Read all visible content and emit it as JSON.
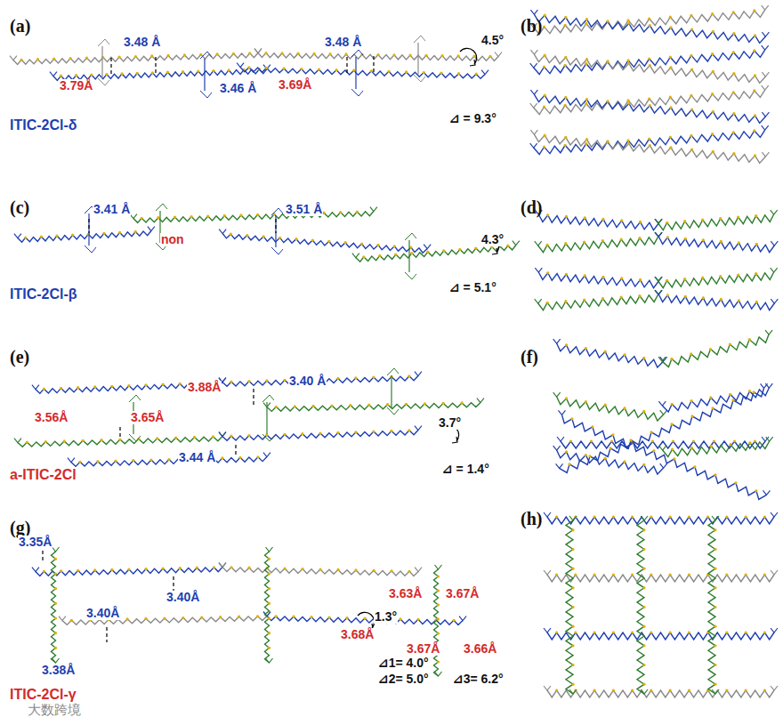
{
  "diagram": {
    "labels": [
      "(a)",
      "3.48 Å",
      "3.48 Å",
      "4.5°",
      "3.79Å",
      "3.46 Å",
      "3.69Å",
      "ITIC-2Cl-δ",
      "⊿ = 9.3°",
      "(b)",
      "(c)",
      "3.41 Å",
      "non",
      "3.51 Å",
      "4.3°",
      "ITIC-2Cl-β",
      "⊿ = 5.1°",
      "(d)",
      "(e)",
      "3.88Å",
      "3.40 Å",
      "3.56Å",
      "3.65Å",
      "3.44 Å",
      "3.7°",
      "⊿ = 1.4°",
      "a-ITIC-2Cl",
      "(f)",
      "(g)",
      "3.35Å",
      "3.40Å",
      "3.63Å",
      "3.67Å",
      "3.40Å",
      "3.68Å",
      "1.3°",
      "3.67Å",
      "3.66Å",
      "3.38Å",
      "⊿1= 4.0°",
      "⊿2= 5.0°",
      "⊿3= 6.2°",
      "ITIC-2Cl-γ",
      "(h)",
      "大数跨境"
    ]
  }
}
